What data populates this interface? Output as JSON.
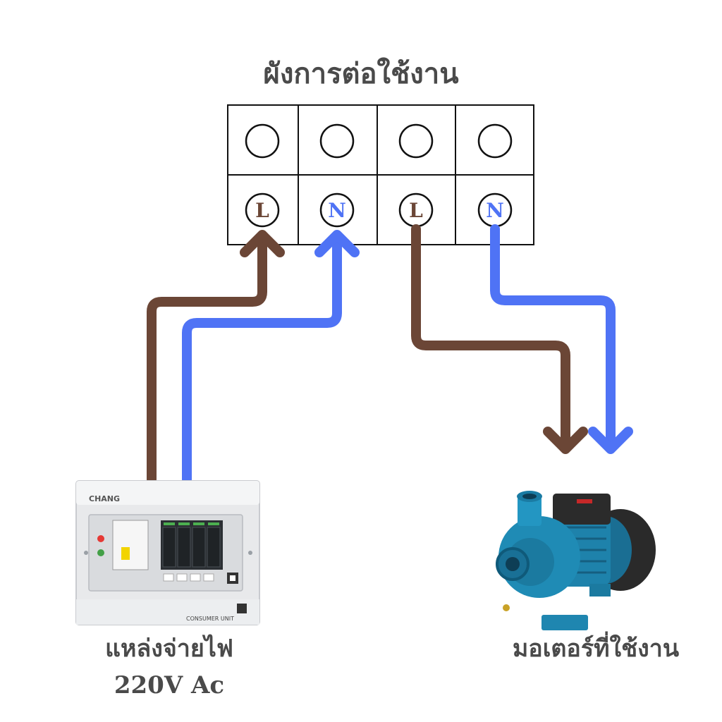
{
  "title": "ผังการต่อใช้งาน",
  "terminals": [
    {
      "letter": "L",
      "color": "#6b4636"
    },
    {
      "letter": "N",
      "color": "#4f73f5"
    },
    {
      "letter": "L",
      "color": "#6b4636"
    },
    {
      "letter": "N",
      "color": "#4f73f5"
    }
  ],
  "wire_colors": {
    "live": "#6b4636",
    "neutral": "#4f73f5"
  },
  "source": {
    "label_line1": "แหล่งจ่ายไฟ",
    "label_line2": "220V Ac",
    "brand": "CHANG",
    "panel_text": "CONSUMER UNIT",
    "image": "consumer-unit-breaker-box"
  },
  "load": {
    "label": "มอเตอร์ที่ใช้งาน",
    "image": "centrifugal-water-pump-motor"
  }
}
